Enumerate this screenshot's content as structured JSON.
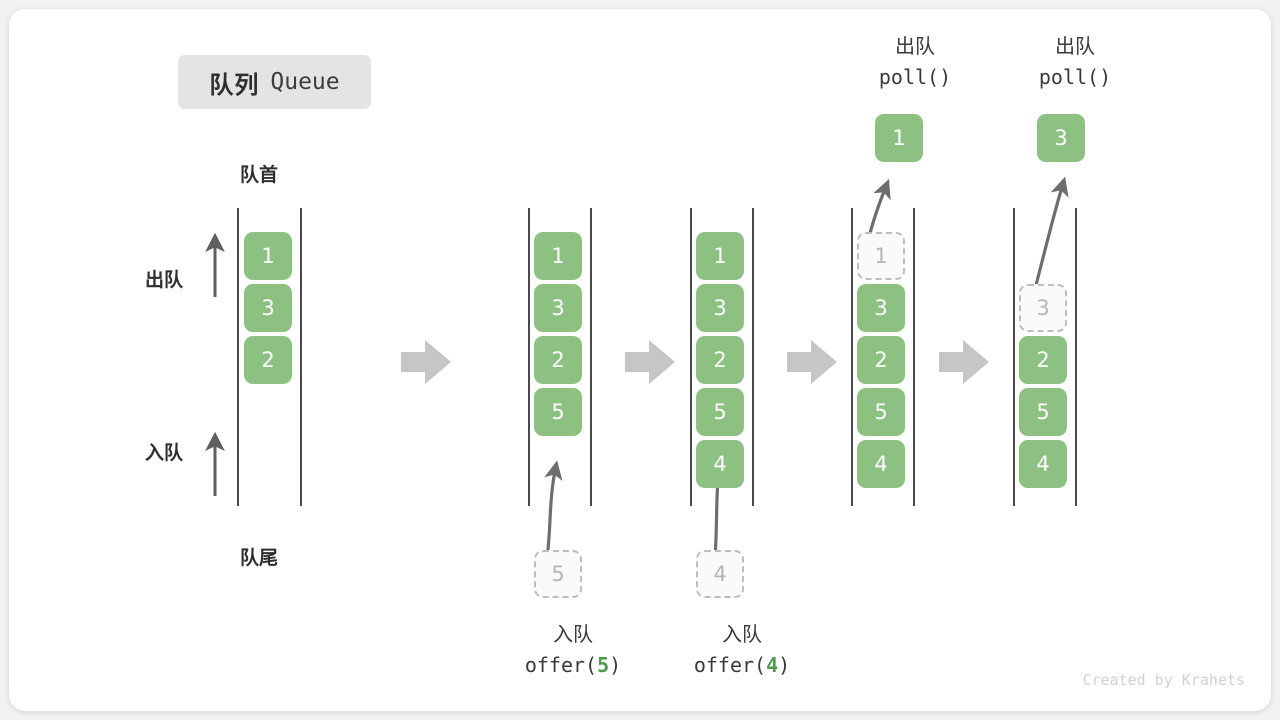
{
  "title": {
    "cn": "队列",
    "en": "Queue"
  },
  "labels": {
    "front": "队首",
    "rear": "队尾",
    "dequeue": "出队",
    "enqueue": "入队"
  },
  "operations": [
    {
      "id": "offer-5",
      "cn": "入队",
      "code_prefix": "offer(",
      "code_arg": "5",
      "code_suffix": ")"
    },
    {
      "id": "offer-4",
      "cn": "入队",
      "code_prefix": "offer(",
      "code_arg": "4",
      "code_suffix": ")"
    },
    {
      "id": "poll-1",
      "cn": "出队",
      "code": "poll()"
    },
    {
      "id": "poll-2",
      "cn": "出队",
      "code": "poll()"
    }
  ],
  "colors": {
    "cell": "#8cc182",
    "cell_text": "#ffffff",
    "ghost_border": "#bdbdbd",
    "ghost_text": "#b6b6b6",
    "rail": "#4a4a4a",
    "arrow": "#6d6d6d",
    "flow_arrow": "#c6c6c6",
    "badge_bg": "#e4e4e4",
    "accent_green": "#4e9a4e"
  },
  "states": [
    {
      "id": "state-1",
      "cells": [
        {
          "value": "1",
          "ghost": false
        },
        {
          "value": "3",
          "ghost": false
        },
        {
          "value": "2",
          "ghost": false
        }
      ]
    },
    {
      "id": "state-2",
      "cells": [
        {
          "value": "1",
          "ghost": false
        },
        {
          "value": "3",
          "ghost": false
        },
        {
          "value": "2",
          "ghost": false
        },
        {
          "value": "5",
          "ghost": false
        }
      ],
      "incoming": {
        "value": "5",
        "ghost": true
      }
    },
    {
      "id": "state-3",
      "cells": [
        {
          "value": "1",
          "ghost": false
        },
        {
          "value": "3",
          "ghost": false
        },
        {
          "value": "2",
          "ghost": false
        },
        {
          "value": "5",
          "ghost": false
        },
        {
          "value": "4",
          "ghost": false
        }
      ],
      "incoming": {
        "value": "4",
        "ghost": true
      }
    },
    {
      "id": "state-4",
      "cells": [
        {
          "value": "1",
          "ghost": true
        },
        {
          "value": "3",
          "ghost": false
        },
        {
          "value": "2",
          "ghost": false
        },
        {
          "value": "5",
          "ghost": false
        },
        {
          "value": "4",
          "ghost": false
        }
      ],
      "outgoing": {
        "value": "1",
        "ghost": false
      }
    },
    {
      "id": "state-5",
      "cells": [
        {
          "value": "",
          "ghost": null
        },
        {
          "value": "3",
          "ghost": true
        },
        {
          "value": "2",
          "ghost": false
        },
        {
          "value": "5",
          "ghost": false
        },
        {
          "value": "4",
          "ghost": false
        }
      ],
      "outgoing": {
        "value": "3",
        "ghost": false
      }
    }
  ],
  "footer": "Created by Krahets"
}
